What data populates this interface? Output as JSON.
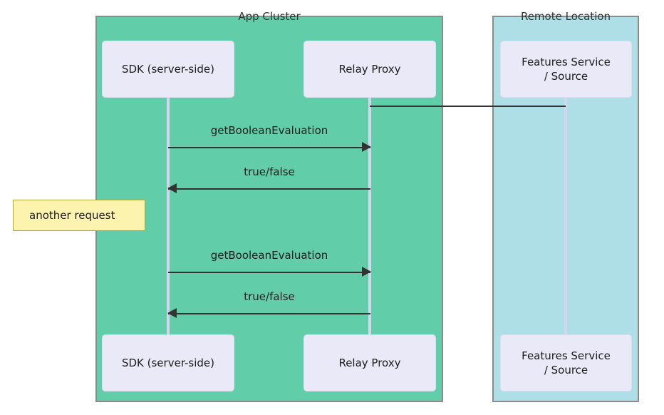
{
  "diagram": {
    "type": "sequence-diagram",
    "groups": [
      {
        "id": "app-cluster",
        "title": "App Cluster",
        "color": "#62cda9"
      },
      {
        "id": "remote-location",
        "title": "Remote Location",
        "color": "#aedfe6"
      }
    ],
    "participants": [
      {
        "id": "sdk",
        "label": "SDK (server-side)",
        "group": "app-cluster"
      },
      {
        "id": "relay",
        "label": "Relay Proxy",
        "group": "app-cluster"
      },
      {
        "id": "features",
        "label": "Features Service\n/ Source",
        "group": "remote-location"
      }
    ],
    "messages": [
      {
        "id": "m1",
        "label": "getBooleanEvaluation",
        "from": "sdk",
        "to": "relay",
        "direction": "right"
      },
      {
        "id": "m2",
        "label": "true/false",
        "from": "relay",
        "to": "sdk",
        "direction": "left"
      },
      {
        "id": "m3",
        "label": "getBooleanEvaluation",
        "from": "sdk",
        "to": "relay",
        "direction": "right"
      },
      {
        "id": "m4",
        "label": "true/false",
        "from": "relay",
        "to": "sdk",
        "direction": "left"
      }
    ],
    "connectors": [
      {
        "id": "relay-features-link",
        "from": "relay",
        "to": "features",
        "label": ""
      }
    ],
    "notes": [
      {
        "id": "note-1",
        "text": "another request",
        "fill": "#fcf3af",
        "border": "#aaaa33"
      }
    ],
    "colors": {
      "app_cluster_fill": "#62cda9",
      "remote_location_fill": "#aedfe6",
      "participant_fill": "#e9e9f8",
      "lifeline": "#d5d5ef",
      "arrow": "#333333",
      "group_border": "#8b8b8b",
      "note_fill": "#fcf3af",
      "note_border": "#aaaa33",
      "background": "#ffffff"
    }
  }
}
